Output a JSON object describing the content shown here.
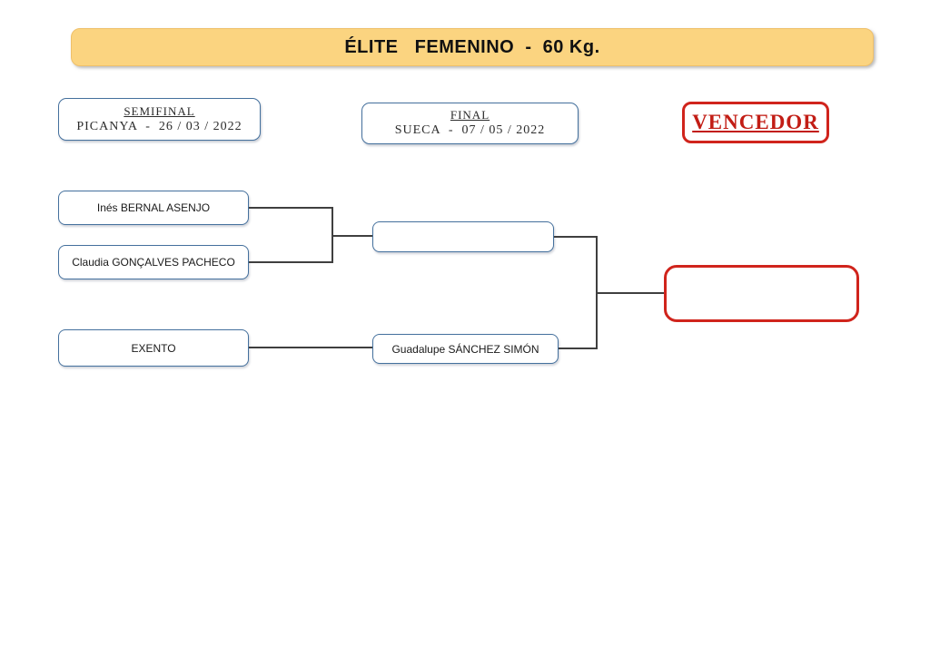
{
  "banner": {
    "title": "ÉLITE   FEMENINO  -  60 Kg."
  },
  "rounds": {
    "semifinal": {
      "name": "SEMIFINAL",
      "venue_date": "PICANYA  -  26 / 03 / 2022"
    },
    "final": {
      "name": "FINAL",
      "venue_date": "SUECA  -  07 / 05 / 2022"
    },
    "winner": {
      "name": "VENCEDOR"
    }
  },
  "bracket": {
    "semifinal_slots": {
      "competitor1": "Inés BERNAL ASENJO",
      "competitor2": "Claudia GONÇALVES PACHECO",
      "bye": "EXENTO"
    },
    "final_slots": {
      "semifinal1_winner": "",
      "finalist2": "Guadalupe SÁNCHEZ SIMÓN"
    },
    "champion": ""
  },
  "colors": {
    "banner_bg": "#FBD480",
    "box_border_blue": "#44709D",
    "winner_red": "#D0241C",
    "connector_line": "#3F3F3F"
  }
}
